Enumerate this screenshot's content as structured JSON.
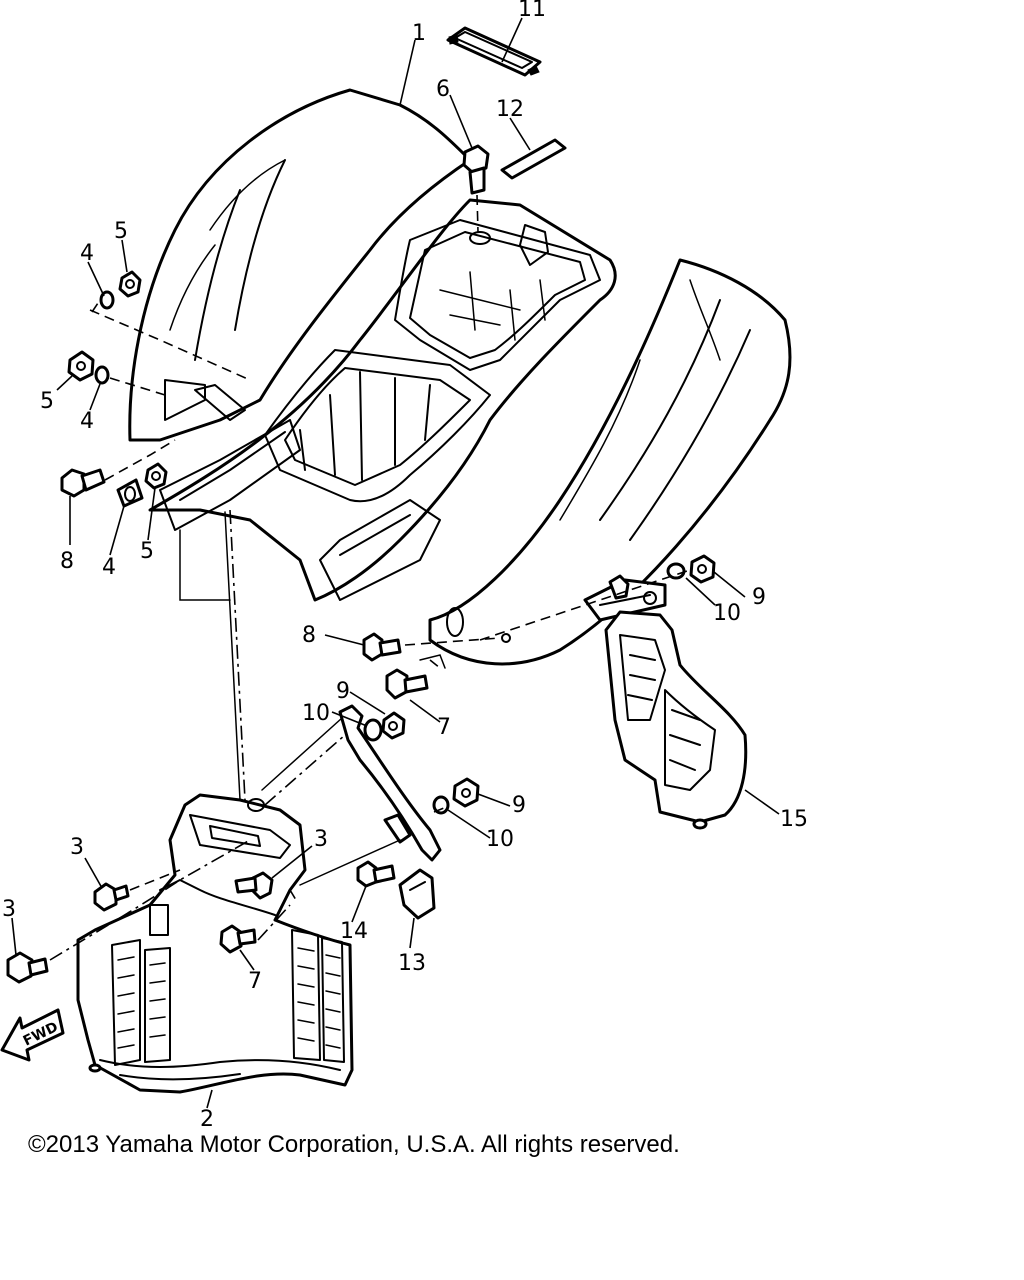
{
  "callouts": {
    "c1": "1",
    "c2": "2",
    "c3a": "3",
    "c3b": "3",
    "c3c": "3",
    "c4a": "4",
    "c4b": "4",
    "c4c": "4",
    "c5a": "5",
    "c5b": "5",
    "c5c": "5",
    "c6": "6",
    "c7a": "7",
    "c7b": "7",
    "c8a": "8",
    "c8b": "8",
    "c9a": "9",
    "c9b": "9",
    "c9c": "9",
    "c10a": "10",
    "c10b": "10",
    "c10c": "10",
    "c11": "11",
    "c12": "12",
    "c13": "13",
    "c14": "14",
    "c15": "15"
  },
  "fwd_label": "FWD",
  "copyright": "©2013 Yamaha Motor Corporation, U.S.A. All rights reserved."
}
